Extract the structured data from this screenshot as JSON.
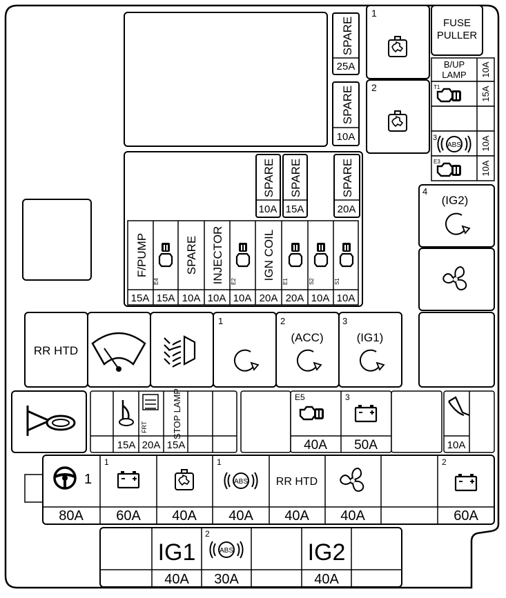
{
  "spare_top": [
    {
      "label": "SPARE",
      "amp": "25A"
    },
    {
      "label": "SPARE",
      "amp": "10A"
    }
  ],
  "relay_numbers": {
    "r1": "1",
    "r2": "2",
    "r4": "4"
  },
  "fuse_puller": [
    "FUSE",
    "PULLER"
  ],
  "right_column": [
    {
      "label": [
        "B/UP",
        "LAMP"
      ],
      "amp": "10A"
    },
    {
      "tag": "T1",
      "amp": "15A"
    },
    {
      "tag": "3",
      "amp": "10A"
    },
    {
      "tag": "E3",
      "amp": "10A"
    }
  ],
  "ig2_relay": "(IG2)",
  "spares_mid": [
    {
      "label": "SPARE",
      "amp": "10A"
    },
    {
      "label": "SPARE",
      "amp": "15A"
    },
    {
      "label": "SPARE",
      "amp": "20A"
    }
  ],
  "row_fuses": [
    {
      "label": "F/PUMP",
      "amp": "15A"
    },
    {
      "tag": "E4",
      "amp": "15A"
    },
    {
      "label": "SPARE",
      "amp": "10A"
    },
    {
      "label": "INJECTOR",
      "amp": "10A"
    },
    {
      "tag": "E2",
      "amp": "10A"
    },
    {
      "label": "IGN COIL",
      "amp": "20A"
    },
    {
      "tag": "E1",
      "amp": "20A"
    },
    {
      "tag": "S2",
      "amp": "10A"
    },
    {
      "tag": "S1",
      "amp": "10A"
    }
  ],
  "relays_row": [
    {
      "label": "RR HTD"
    },
    {
      "num": "1"
    },
    {
      "num": "2",
      "label": "(ACC)"
    },
    {
      "num": "3",
      "label": "(IG1)"
    }
  ],
  "small_fuses": [
    {
      "tag": "FRT",
      "amp": "20A"
    },
    {
      "label": "STOP LAMP",
      "amp": "15A"
    },
    {
      "amp": "15A"
    },
    {
      "amp": "10A"
    }
  ],
  "mid_fuses": [
    {
      "tag": "E5",
      "amp": "40A"
    },
    {
      "tag": "3",
      "amp": "50A"
    }
  ],
  "main_fuses": [
    {
      "tag": "1",
      "amp": "80A"
    },
    {
      "tag": "1",
      "amp": "60A"
    },
    {
      "amp": "40A"
    },
    {
      "tag": "1",
      "label": "ABS",
      "amp": "40A"
    },
    {
      "label": "RR HTD",
      "amp": "40A"
    },
    {
      "amp": "40A"
    },
    {
      "tag": "2",
      "amp": "60A"
    }
  ],
  "bottom_fuses": [
    {
      "label": "IG1",
      "amp": "40A"
    },
    {
      "tag": "2",
      "label": "ABS",
      "amp": "30A"
    },
    {
      "label": "IG2",
      "amp": "40A"
    }
  ]
}
